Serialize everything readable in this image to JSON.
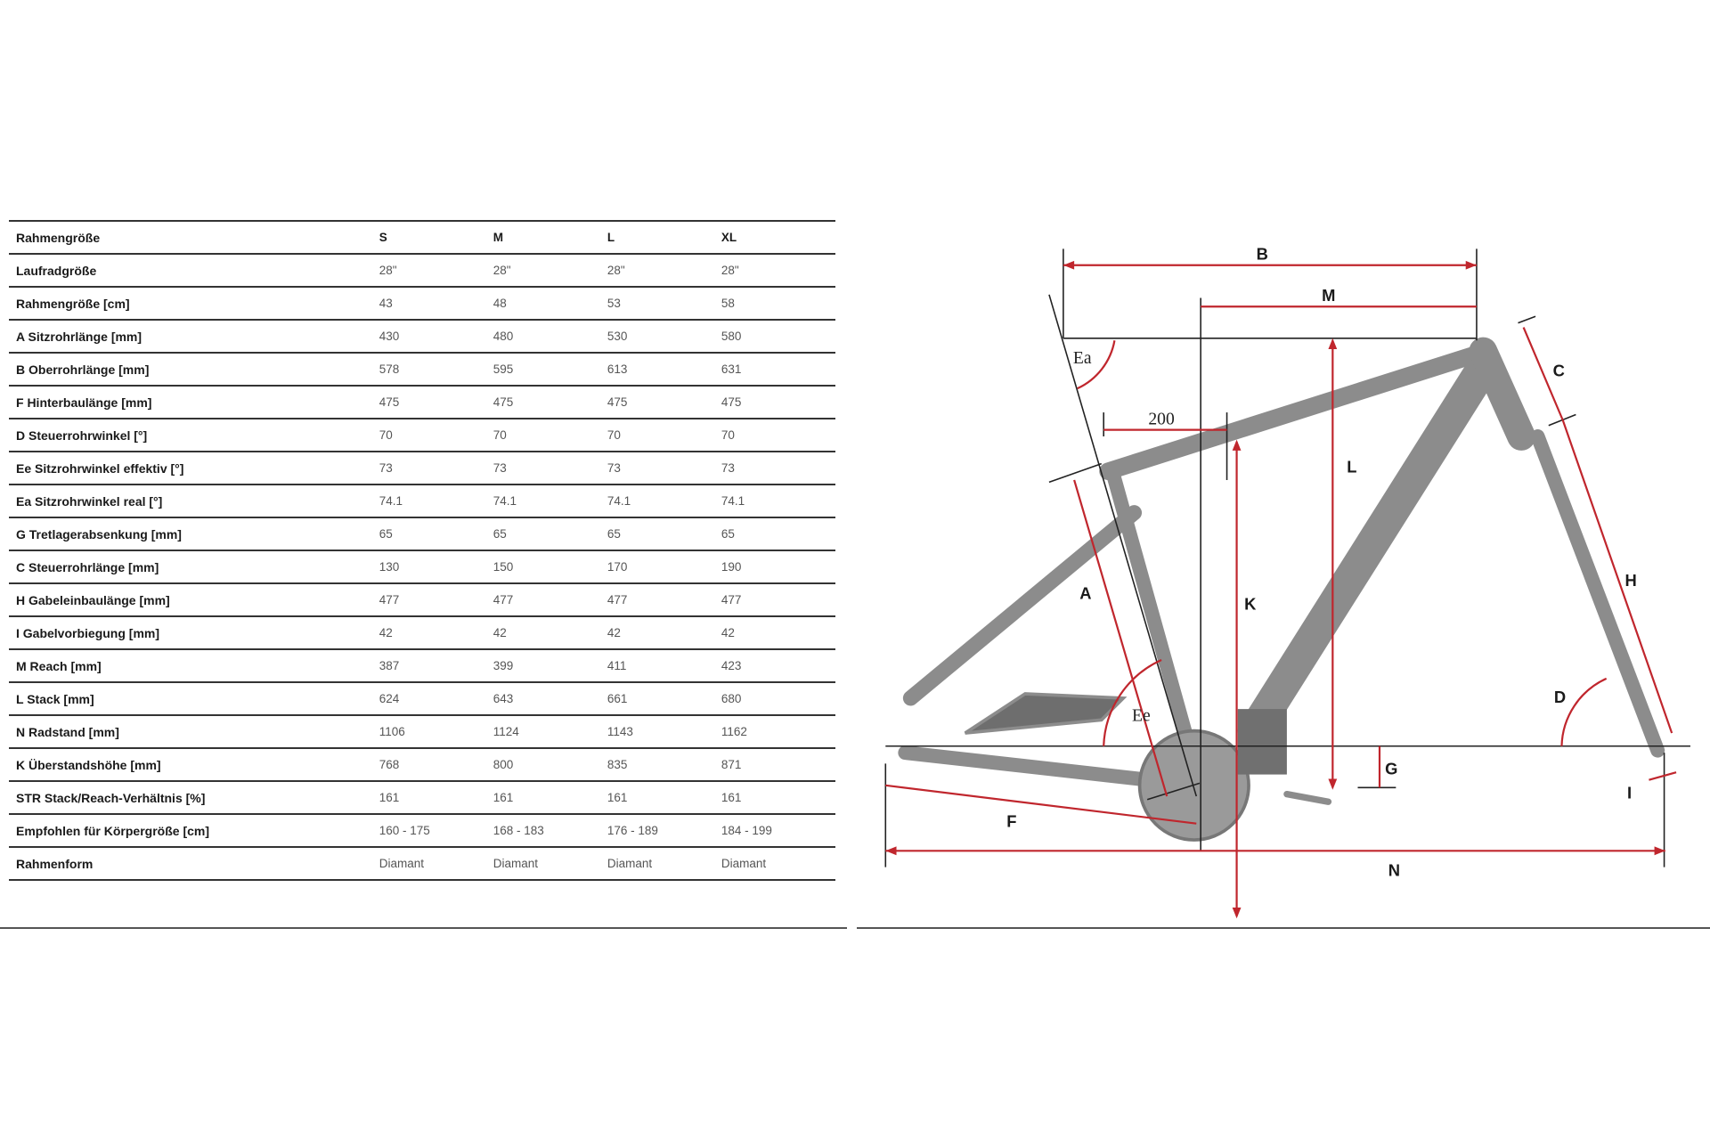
{
  "table": {
    "header": {
      "label": "Rahmengröße",
      "sizes": [
        "S",
        "M",
        "L",
        "XL"
      ]
    },
    "rows": [
      {
        "label": "Laufradgröße",
        "values": [
          "28\"",
          "28\"",
          "28\"",
          "28\""
        ]
      },
      {
        "label": "Rahmengröße [cm]",
        "values": [
          "43",
          "48",
          "53",
          "58"
        ]
      },
      {
        "label": "A Sitzrohrlänge [mm]",
        "values": [
          "430",
          "480",
          "530",
          "580"
        ]
      },
      {
        "label": "B Oberrohrlänge [mm]",
        "values": [
          "578",
          "595",
          "613",
          "631"
        ]
      },
      {
        "label": "F Hinterbaulänge [mm]",
        "values": [
          "475",
          "475",
          "475",
          "475"
        ]
      },
      {
        "label": "D Steuerrohrwinkel [°]",
        "values": [
          "70",
          "70",
          "70",
          "70"
        ]
      },
      {
        "label": "Ee Sitzrohrwinkel effektiv [°]",
        "values": [
          "73",
          "73",
          "73",
          "73"
        ]
      },
      {
        "label": "Ea Sitzrohrwinkel real [°]",
        "values": [
          "74.1",
          "74.1",
          "74.1",
          "74.1"
        ]
      },
      {
        "label": "G Tretlagerabsenkung [mm]",
        "values": [
          "65",
          "65",
          "65",
          "65"
        ]
      },
      {
        "label": "C Steuerrohrlänge [mm]",
        "values": [
          "130",
          "150",
          "170",
          "190"
        ]
      },
      {
        "label": "H Gabeleinbaulänge [mm]",
        "values": [
          "477",
          "477",
          "477",
          "477"
        ]
      },
      {
        "label": "I Gabelvorbiegung [mm]",
        "values": [
          "42",
          "42",
          "42",
          "42"
        ]
      },
      {
        "label": "M Reach [mm]",
        "values": [
          "387",
          "399",
          "411",
          "423"
        ]
      },
      {
        "label": "L Stack [mm]",
        "values": [
          "624",
          "643",
          "661",
          "680"
        ]
      },
      {
        "label": "N Radstand [mm]",
        "values": [
          "1106",
          "1124",
          "1143",
          "1162"
        ]
      },
      {
        "label": "K Überstandshöhe [mm]",
        "values": [
          "768",
          "800",
          "835",
          "871"
        ]
      },
      {
        "label": "STR Stack/Reach-Verhältnis [%]",
        "values": [
          "161",
          "161",
          "161",
          "161"
        ]
      },
      {
        "label": "Empfohlen für Körpergröße [cm]",
        "values": [
          "160 - 175",
          "168 - 183",
          "176 - 189",
          "184 - 199"
        ]
      },
      {
        "label": "Rahmenform",
        "values": [
          "Diamant",
          "Diamant",
          "Diamant",
          "Diamant"
        ]
      }
    ]
  },
  "diagram": {
    "labels": {
      "A": "A",
      "B": "B",
      "C": "C",
      "D": "D",
      "Ea": "Ea",
      "Ee": "Ee",
      "F": "F",
      "G": "G",
      "H": "H",
      "I": "I",
      "K": "K",
      "L": "L",
      "M": "M",
      "N": "N",
      "offset": "200"
    },
    "colors": {
      "dimension": "#c0262d",
      "frame": "#8a8a8a",
      "construction": "#222222"
    }
  }
}
